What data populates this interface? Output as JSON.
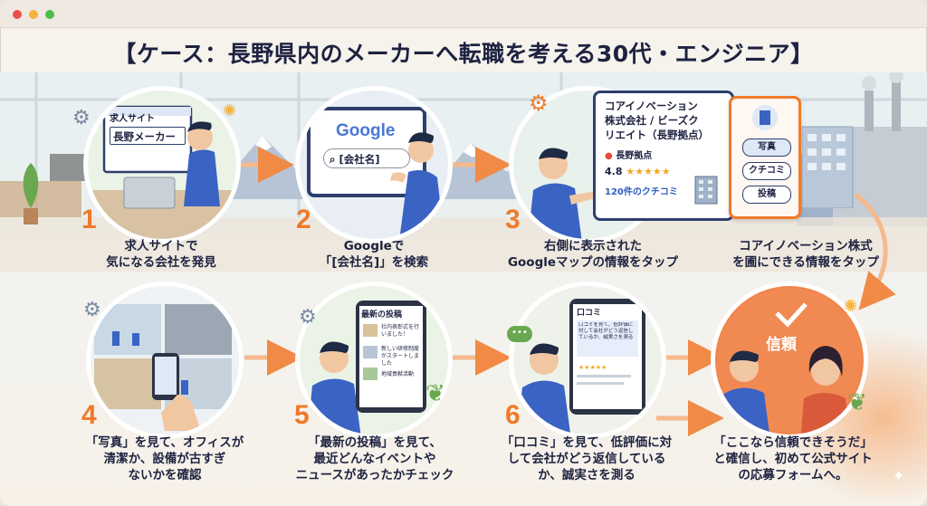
{
  "title": "【ケース：長野県内のメーカーへ転職を考える30代・エンジニア】",
  "window_dots": [
    "#e9524a",
    "#f3b23a",
    "#4cbd4b"
  ],
  "colors": {
    "accent": "#f07a2a",
    "navy": "#1d2240",
    "shirt": "#3a63c4"
  },
  "steps": [
    {
      "number": "1",
      "caption": [
        "求人サイトで",
        "気になる会社を発見"
      ],
      "screen_heading": "求人サイト",
      "screen_search": "長野メーカー"
    },
    {
      "number": "2",
      "caption": [
        "Googleで",
        "「[会社名]」を検索"
      ],
      "screen_logo": "Google",
      "screen_search": "[会社名]"
    },
    {
      "number": "3",
      "caption": [
        "右側に表示された",
        "Googleマップの情報をタップ"
      ]
    },
    {
      "number": "",
      "caption": [
        "コアイノベーション株式",
        "を圃にできる情報をタップ"
      ]
    },
    {
      "number": "4",
      "caption": [
        "「写真」を見て、オフィスが",
        "清潔か、設備が古すぎ",
        "ないかを確認"
      ]
    },
    {
      "number": "5",
      "caption": [
        "「最新の投稿」を見て、",
        "最近どんなイベントや",
        "ニュースがあったかチェック"
      ],
      "screen_heading": "最新の投稿",
      "posts": [
        "社内表彰式を行いました！",
        "新しい研修制度がスタートしました",
        "地域貢献活動"
      ]
    },
    {
      "number": "6",
      "caption": [
        "「口コミ」を見て、低評価に対",
        "して会社がどう返信している",
        "か、誠実さを測る"
      ],
      "screen_heading": "口コミ",
      "review_text": "口コミを見て、低評価に対して会社がどう返信しているか、誠実さを測る"
    },
    {
      "number": "",
      "caption": [
        "「ここなら信頼できそうだ」",
        "と確信し、初めて公式サイト",
        "の応募フォームへ。"
      ],
      "badge": "信頼"
    }
  ],
  "business_panel": {
    "name_lines": [
      "コアイノベーション",
      "株式会社 / ビーズク",
      "リエイト（長野拠点）"
    ],
    "location": "長野拠点",
    "rating": "4.8",
    "stars": "★★★★★",
    "reviews": "120件のクチコミ",
    "buttons": [
      "写真",
      "クチコミ",
      "投稿"
    ]
  }
}
